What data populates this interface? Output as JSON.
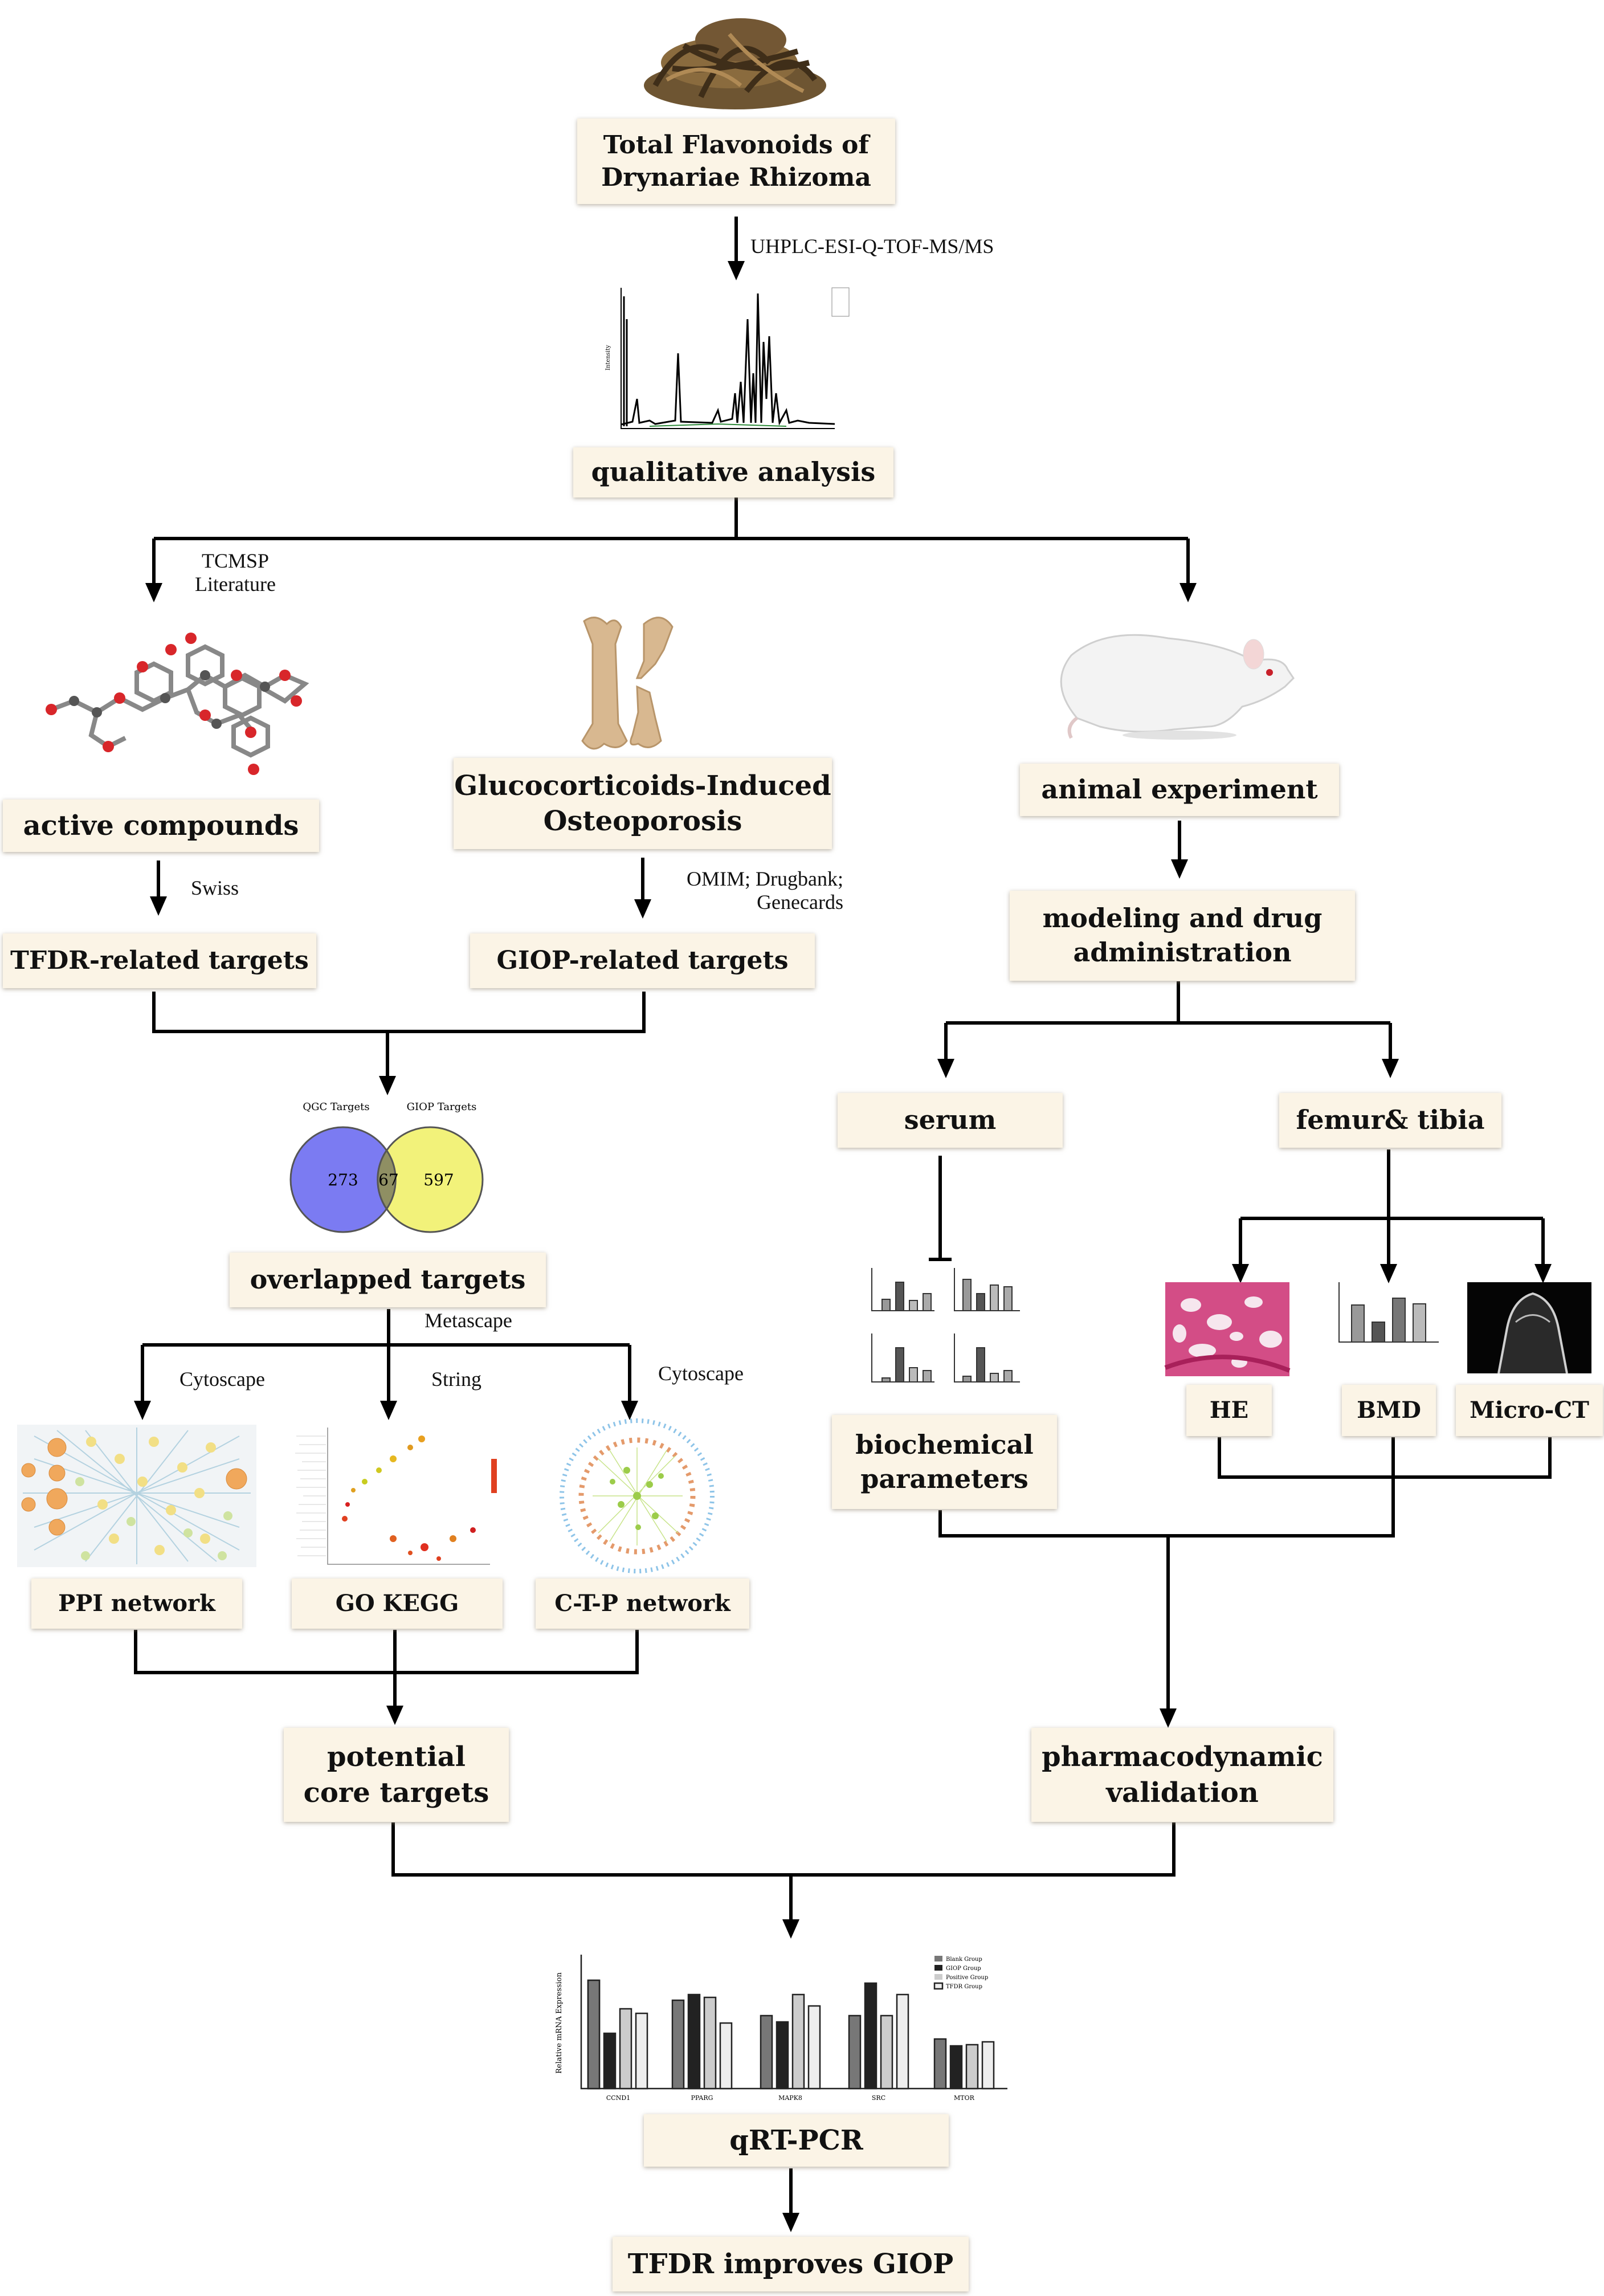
{
  "nodes": {
    "total_flavonoids": "Total Flavonoids of\nDrynariae Rhizoma",
    "qualitative_analysis": "qualitative analysis",
    "active_compounds": "active compounds",
    "giop_disease": "Glucocorticoids-Induced\nOsteoporosis",
    "animal_experiment": "animal experiment",
    "tfdr_targets": "TFDR-related targets",
    "giop_targets": "GIOP-related targets",
    "modeling": "modeling and drug\nadministration",
    "serum": "serum",
    "femur_tibia": "femur& tibia",
    "overlapped_targets": "overlapped targets",
    "biochemical": "biochemical\nparameters",
    "he": "HE",
    "bmd": "BMD",
    "micro_ct": "Micro-CT",
    "ppi": "PPI network",
    "go_kegg": "GO KEGG",
    "ctp": "C-T-P network",
    "potential_core": "potential\ncore targets",
    "pharmacodynamic": "pharmacodynamic\nvalidation",
    "qrt_pcr": "qRT-PCR",
    "conclusion": "TFDR improves GIOP"
  },
  "edge_labels": {
    "uhplc": "UHPLC-ESI-Q-TOF-MS/MS",
    "tcmsp": "TCMSP\nLiterature",
    "swiss": "Swiss",
    "omim": "OMIM; Drugbank;\nGenecards",
    "metascape": "Metascape",
    "cytoscape_left": "Cytoscape",
    "string": "String",
    "cytoscape_right": "Cytoscape"
  },
  "venn": {
    "left_title": "QGC Targets",
    "right_title": "GIOP Targets",
    "left_only": "273",
    "overlap": "67",
    "right_only": "597",
    "left_color": "#7b7bf2",
    "right_color": "#f2f27a",
    "overlap_color": "#8f8f63"
  },
  "pcr_chart": {
    "y_label": "Relative mRNA Expression",
    "genes": [
      "CCND1",
      "PPARG",
      "MAPK8",
      "SRC",
      "MTOR"
    ],
    "legend": [
      "Blank Group",
      "GIOP Group",
      "Positive Group",
      "TFDR Group"
    ]
  },
  "images": [
    "herb-photo",
    "mass-spectrum-chromatogram",
    "molecule-structure",
    "bone-illustration",
    "rat-photo",
    "serum-biochem-bar-charts",
    "he-stain-photo",
    "bmd-bar-chart",
    "micro-ct-image",
    "ppi-network-image",
    "go-kegg-bubble-chart",
    "ctp-network-image"
  ]
}
